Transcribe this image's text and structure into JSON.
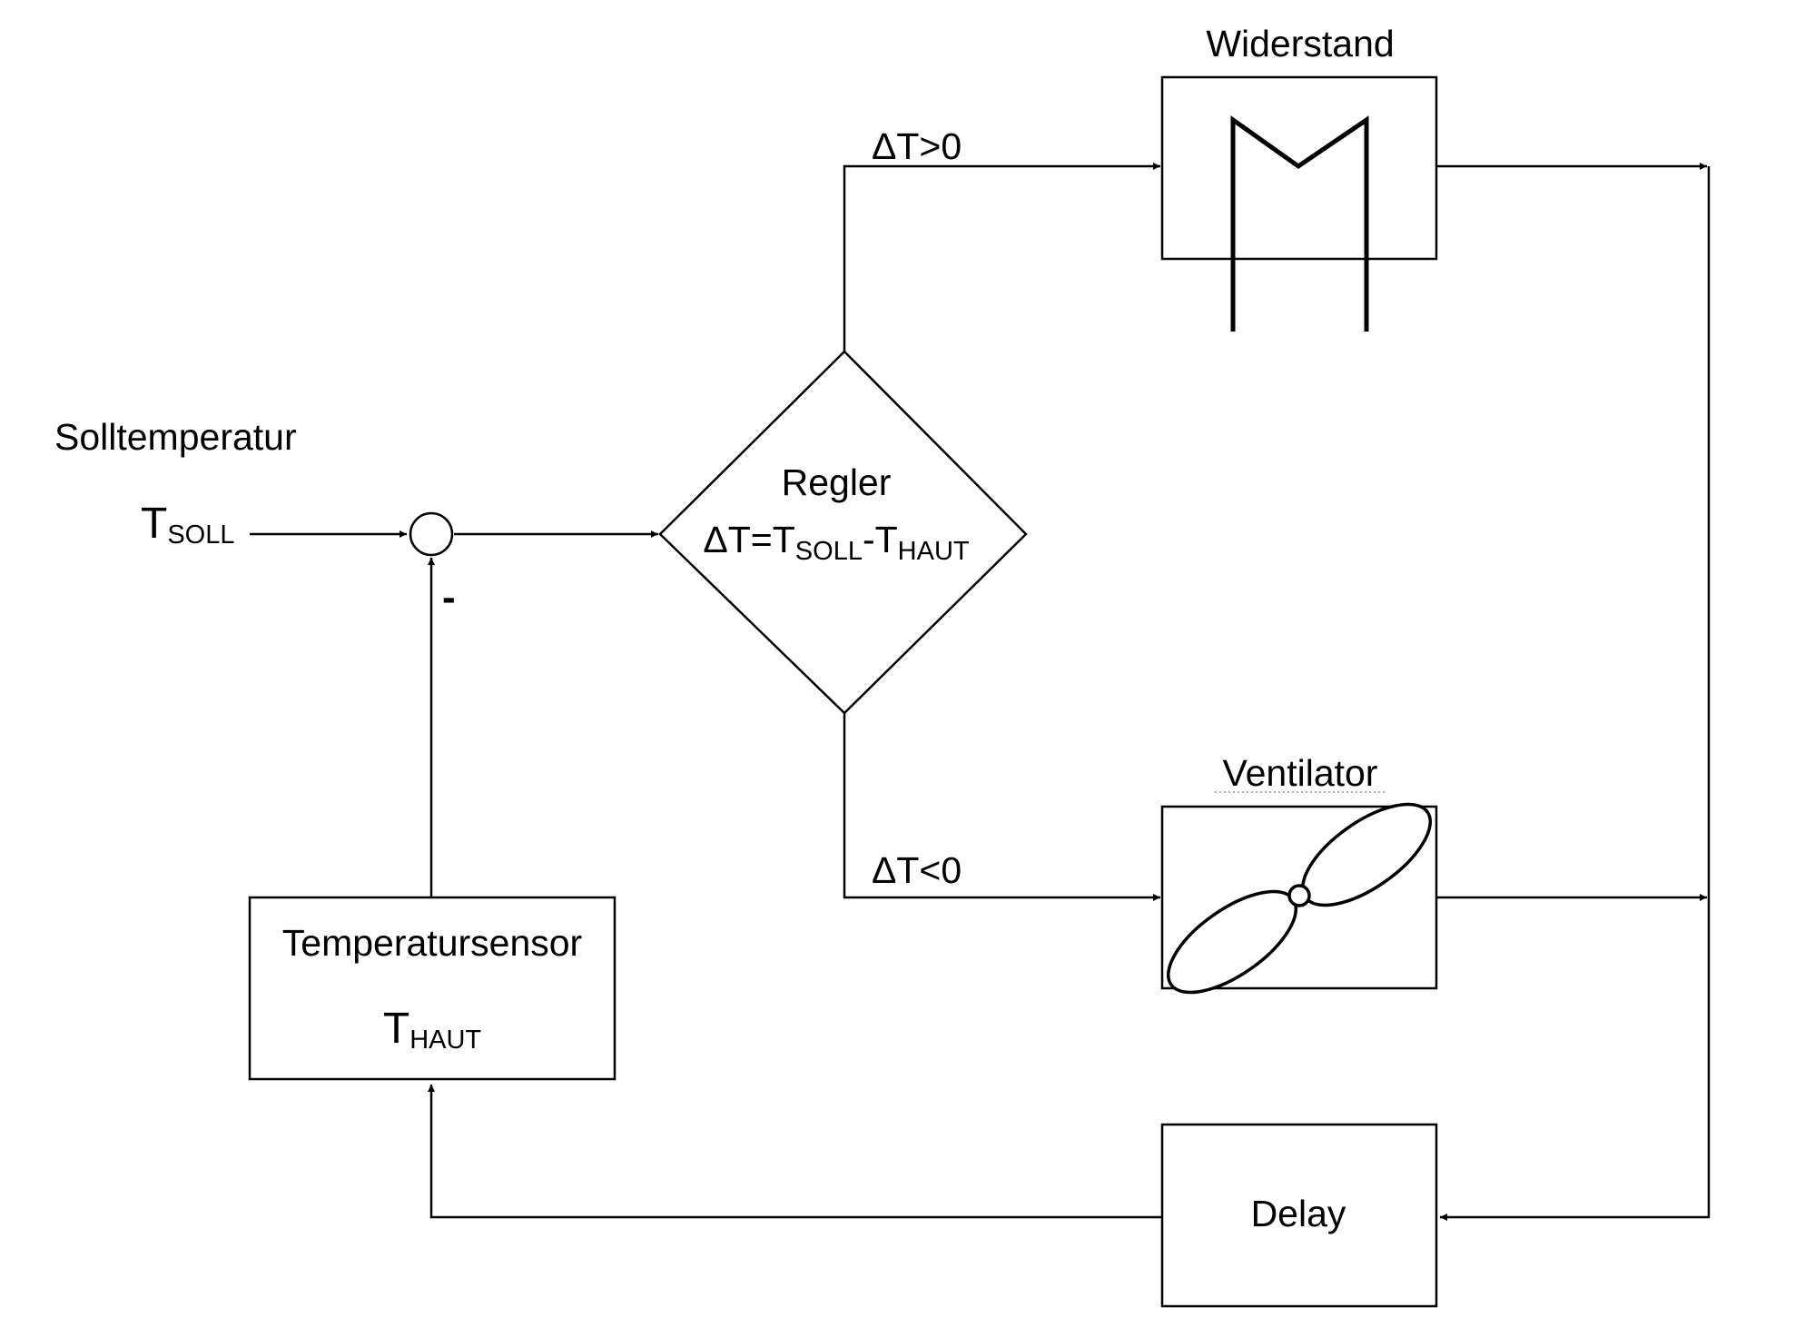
{
  "input": {
    "heading": "Solltemperatur",
    "symbol_main": "T",
    "symbol_sub": "SOLL"
  },
  "summing_junction": {
    "minus_sign": "-"
  },
  "controller": {
    "title": "Regler",
    "formula_delta": "ΔT=T",
    "formula_sub1": "SOLL",
    "formula_minus": "-T",
    "formula_sub2": "HAUT"
  },
  "branches": {
    "positive_label": "ΔT>0",
    "negative_label": "ΔT<0"
  },
  "resistor": {
    "title": "Widerstand",
    "icon": "heating-element-icon"
  },
  "fan": {
    "title": "Ventilator",
    "icon": "fan-icon"
  },
  "delay": {
    "title": "Delay"
  },
  "sensor": {
    "title": "Temperatursensor",
    "symbol_main": "T",
    "symbol_sub": "HAUT"
  },
  "colors": {
    "stroke": "#000000",
    "background": "#ffffff",
    "spellcheck_underline": "#b0b0b0"
  }
}
